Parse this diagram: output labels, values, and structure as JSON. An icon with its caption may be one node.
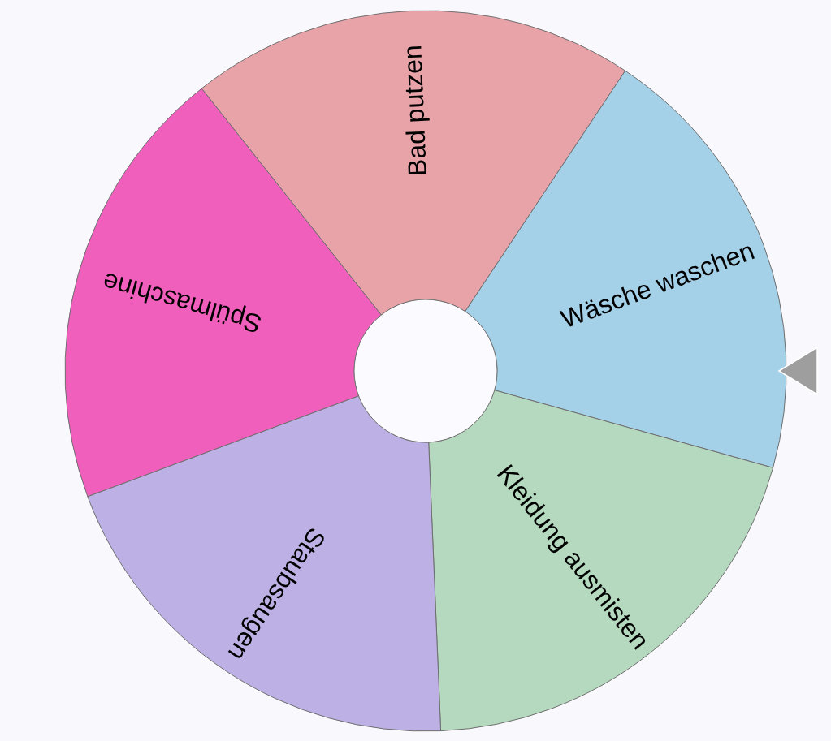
{
  "diagram": {
    "nodes": [
      {
        "text": [
          "Bad putzen"
        ]
      },
      {
        "text": [
          "Wäsche waschen"
        ]
      },
      {
        "text": [
          "Kleidung ausmisten"
        ]
      },
      {
        "text": [
          "Staubsaugen"
        ]
      },
      {
        "text": [
          "Spülmaschine"
        ]
      },
      {
        "text": [],
        "shape": "circle"
      }
    ]
  }
}
